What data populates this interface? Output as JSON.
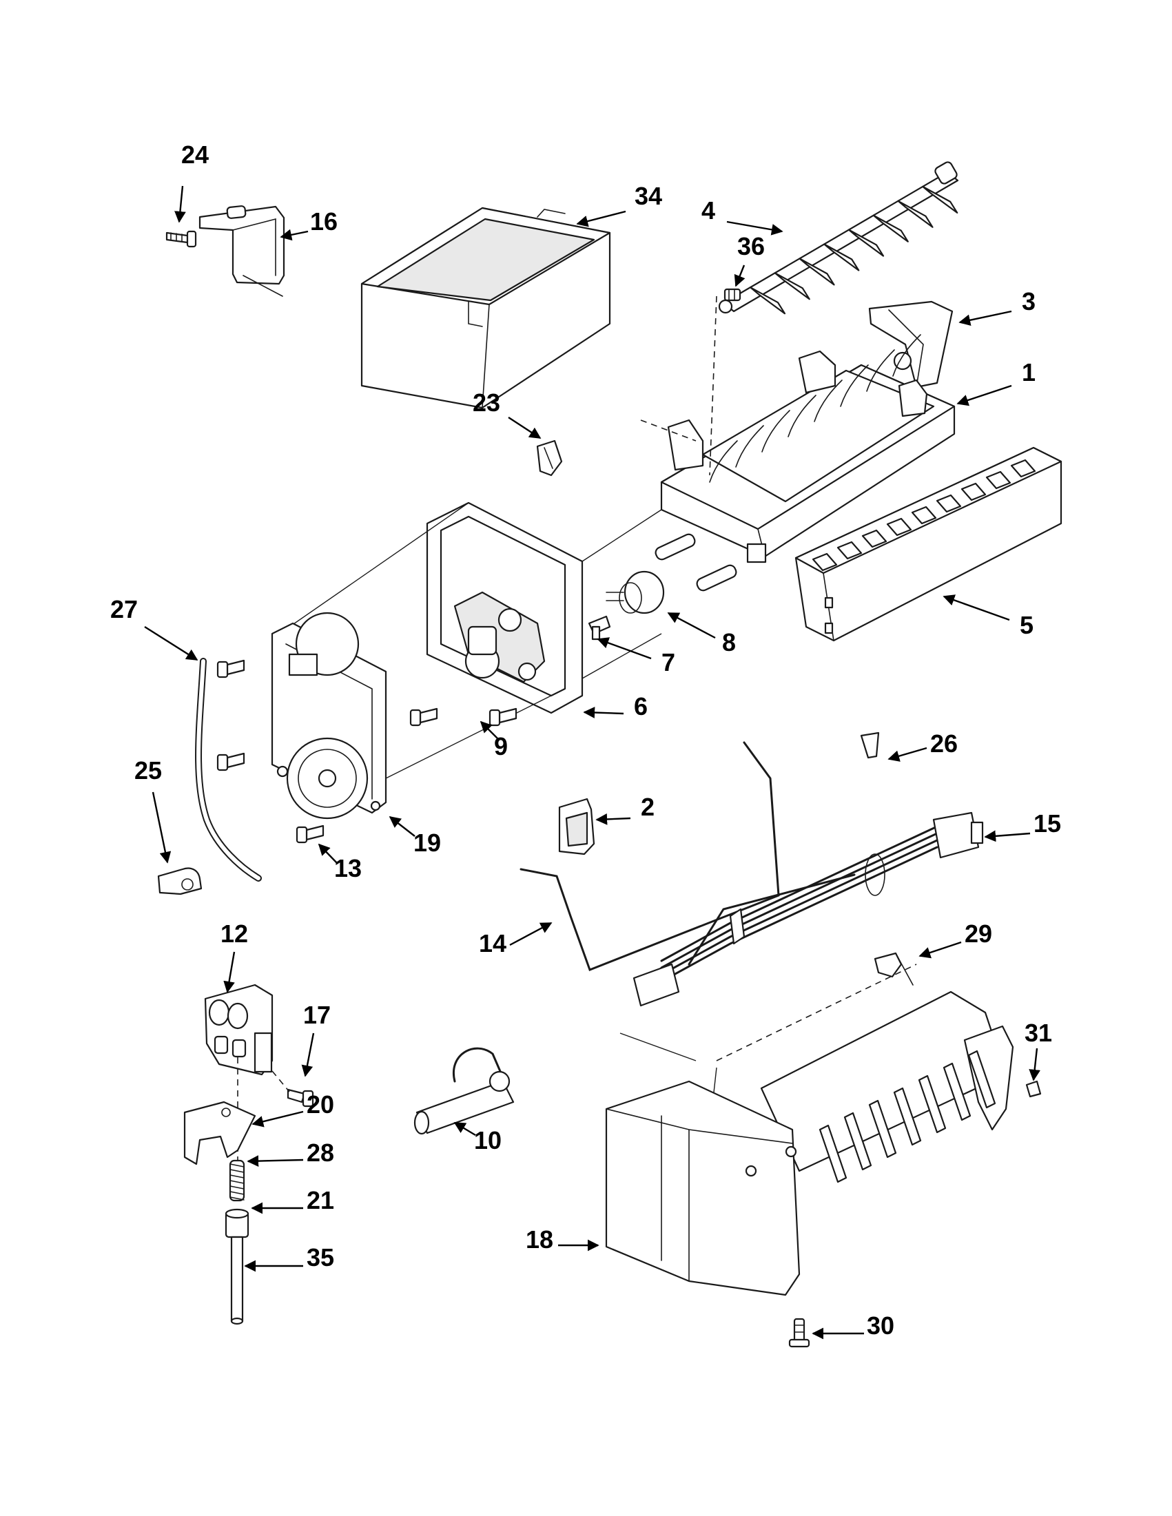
{
  "diagram": {
    "type": "exploded-parts-view",
    "callouts": [
      {
        "id": "c24",
        "label": "24"
      },
      {
        "id": "c16",
        "label": "16"
      },
      {
        "id": "c34",
        "label": "34"
      },
      {
        "id": "c4",
        "label": "4"
      },
      {
        "id": "c3",
        "label": "3"
      },
      {
        "id": "c36",
        "label": "36"
      },
      {
        "id": "c1",
        "label": "1"
      },
      {
        "id": "c23",
        "label": "23"
      },
      {
        "id": "c27",
        "label": "27"
      },
      {
        "id": "c7",
        "label": "7"
      },
      {
        "id": "c8",
        "label": "8"
      },
      {
        "id": "c5",
        "label": "5"
      },
      {
        "id": "c6",
        "label": "6"
      },
      {
        "id": "c9",
        "label": "9"
      },
      {
        "id": "c26",
        "label": "26"
      },
      {
        "id": "c25",
        "label": "25"
      },
      {
        "id": "c2",
        "label": "2"
      },
      {
        "id": "c15",
        "label": "15"
      },
      {
        "id": "c19",
        "label": "19"
      },
      {
        "id": "c13",
        "label": "13"
      },
      {
        "id": "c12",
        "label": "12"
      },
      {
        "id": "c14",
        "label": "14"
      },
      {
        "id": "c29",
        "label": "29"
      },
      {
        "id": "c17",
        "label": "17"
      },
      {
        "id": "c31",
        "label": "31"
      },
      {
        "id": "c20",
        "label": "20"
      },
      {
        "id": "c10",
        "label": "10"
      },
      {
        "id": "c28",
        "label": "28"
      },
      {
        "id": "c21",
        "label": "21"
      },
      {
        "id": "c18",
        "label": "18"
      },
      {
        "id": "c35",
        "label": "35"
      },
      {
        "id": "c30",
        "label": "30"
      }
    ]
  }
}
